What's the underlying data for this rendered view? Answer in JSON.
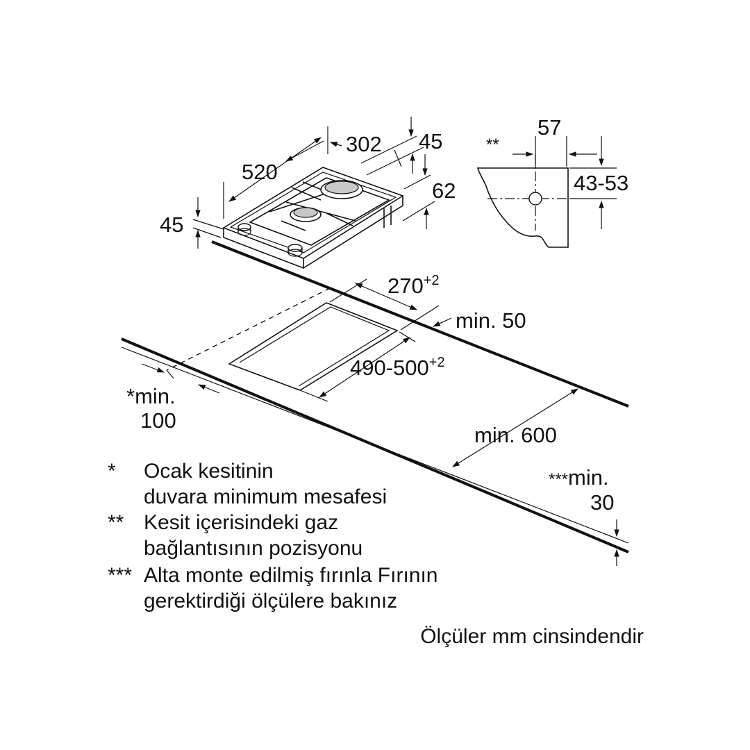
{
  "dimensions": {
    "width_302": "302",
    "height_45_top": "45",
    "depth_520": "520",
    "height_62": "62",
    "thickness_45": "45",
    "gas_57": "57",
    "gas_stars": "**",
    "gas_43_53": "43-53",
    "cutout_width": "270",
    "cutout_width_tol": "+2",
    "min_50": "min. 50",
    "cutout_depth": "490-500",
    "cutout_depth_tol": "+2",
    "min_100_prefix": "*",
    "min_100_line1": "min.",
    "min_100_line2": "100",
    "min_600": "min. 600",
    "min_30_prefix": "***",
    "min_30_line1": "min.",
    "min_30_line2": "30"
  },
  "legend": [
    {
      "mark": "*",
      "lines": [
        "Ocak kesitinin",
        "duvara minimum mesafesi"
      ]
    },
    {
      "mark": "**",
      "lines": [
        "Kesit içerisindeki gaz",
        "bağlantısının pozisyonu"
      ]
    },
    {
      "mark": "***",
      "lines": [
        "Alta monte edilmiş fırınla Fırının",
        "gerektirdiği ölçülere bakınız"
      ]
    }
  ],
  "units_note": "Ölçüler mm cinsindendir"
}
